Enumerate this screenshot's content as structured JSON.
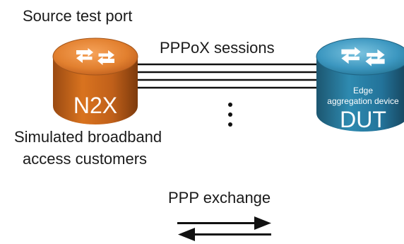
{
  "source": {
    "caption": "Source test port",
    "device_label": "N2X",
    "description_line1": "Simulated broadband",
    "description_line2": "access customers",
    "color": "#e07a2e"
  },
  "link": {
    "label": "PPPoX sessions",
    "line_count": 4
  },
  "dut": {
    "sublabel_line1": "Edge",
    "sublabel_line2": "aggregation device",
    "device_label": "DUT",
    "color": "#2f86a8"
  },
  "legend": {
    "label": "PPP exchange"
  }
}
